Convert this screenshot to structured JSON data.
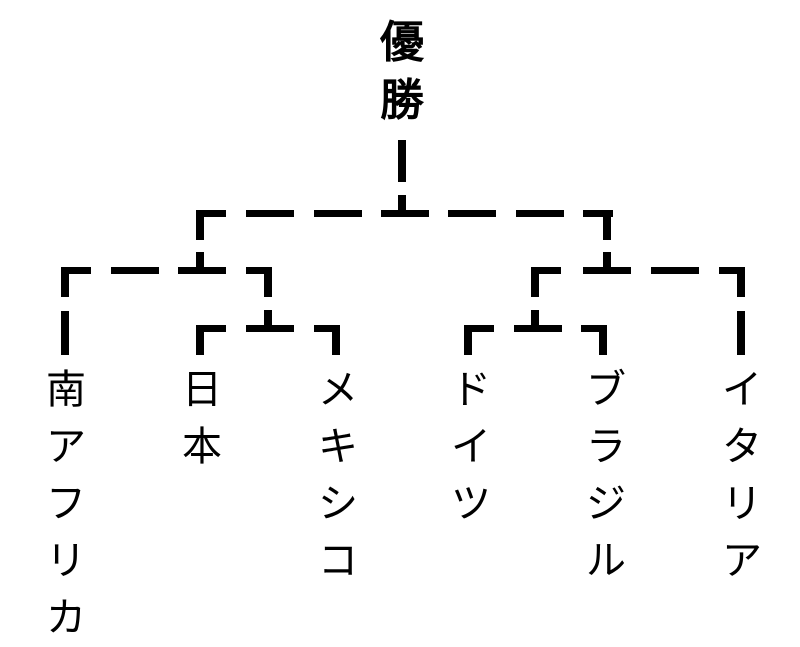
{
  "title": {
    "chars": [
      "優",
      "勝"
    ],
    "text": "優勝"
  },
  "teams": [
    {
      "name": "南アフリカ",
      "chars": [
        "南",
        "ア",
        "フ",
        "リ",
        "カ"
      ]
    },
    {
      "name": "日本",
      "chars": [
        "日",
        "本"
      ]
    },
    {
      "name": "メキシコ",
      "chars": [
        "メ",
        "キ",
        "シ",
        "コ"
      ]
    },
    {
      "name": "ドイツ",
      "chars": [
        "ド",
        "イ",
        "ツ"
      ]
    },
    {
      "name": "ブラジル",
      "chars": [
        "ブ",
        "ラ",
        "ジ",
        "ル"
      ]
    },
    {
      "name": "イタリア",
      "chars": [
        "イ",
        "タ",
        "リ",
        "ア"
      ]
    }
  ],
  "bracket": {
    "final": {
      "left": "semifinal-left",
      "right": "semifinal-right"
    },
    "semifinal_left": {
      "left": "南アフリカ",
      "right": "quarterfinal-left"
    },
    "quarterfinal_left": {
      "left": "日本",
      "right": "メキシコ"
    },
    "semifinal_right": {
      "left": "quarterfinal-right",
      "right": "イタリア"
    },
    "quarterfinal_right": {
      "left": "ドイツ",
      "right": "ブラジル"
    }
  },
  "colors": {
    "line": "#000000",
    "text": "#000000",
    "background": "#ffffff"
  }
}
